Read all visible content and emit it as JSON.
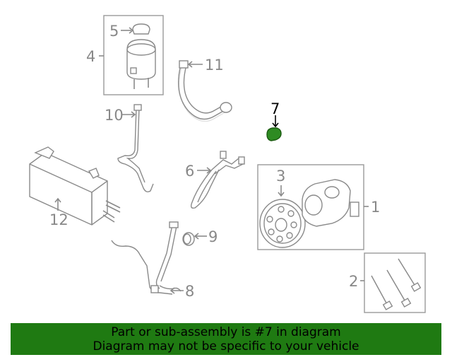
{
  "diagram": {
    "callouts": {
      "c1": "1",
      "c2": "2",
      "c3": "3",
      "c4": "4",
      "c5": "5",
      "c6": "6",
      "c7": "7",
      "c8": "8",
      "c9": "9",
      "c10": "10",
      "c11": "11",
      "c12": "12"
    },
    "highlight_color": "#2e8b22",
    "line_color": "#8a8a8a"
  },
  "banner": {
    "line1": "Part or sub-assembly is #7 in diagram",
    "line2": "Diagram may not be specific to your vehicle",
    "background": "#1f7a12"
  }
}
